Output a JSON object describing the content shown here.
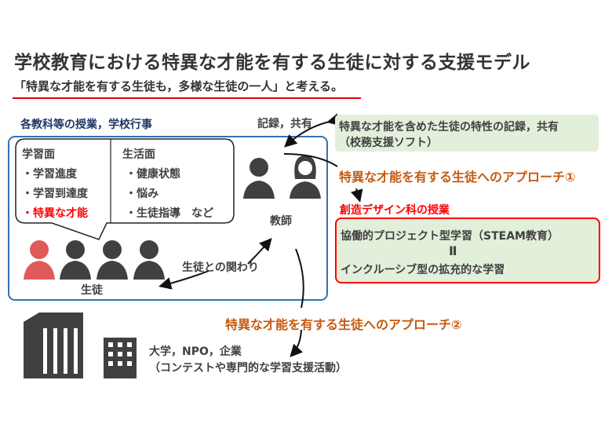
{
  "title": "学校教育における特異な才能を有する生徒に対する支援モデル",
  "subtitle": "「特異な才能を有する生徒も，多様な生徒の一人」と考える。",
  "classroom": {
    "heading": "各教科等の授業，学校行事",
    "learning": {
      "heading": "学習面",
      "items": [
        "・学習進度",
        "・学習到達度"
      ],
      "highlight": "・特異な才能"
    },
    "life": {
      "heading": "生活面",
      "items": [
        "・健康状態",
        "・悩み",
        "・生徒指導　など"
      ]
    },
    "teacher_label": "教師",
    "student_label": "生徒",
    "interaction_label": "生徒との関わり"
  },
  "record": {
    "label": "記録，共有",
    "line1": "特異な才能を含めた生徒の特性の記録，共有",
    "line2": "（校務支援ソフト）"
  },
  "approach1": "特異な才能を有する生徒へのアプローチ①",
  "design_class": {
    "heading": "創造デザイン科の授業",
    "line1": "協働的プロジェクト型学習（STEAM教育）",
    "equals": "Ⅱ",
    "line2": "インクルーシブ型の拡充的な学習"
  },
  "approach2": "特異な才能を有する生徒へのアプローチ②",
  "external": {
    "line1": "大学，NPO，企業",
    "line2": "（コンテストや専門的な学習支援活動）"
  },
  "colors": {
    "blue": "#2e75b6",
    "orange": "#c55a11",
    "red": "#ff0000",
    "green": "#e2efda",
    "icon": "#404040",
    "highlight_student": "#e05a5a"
  }
}
